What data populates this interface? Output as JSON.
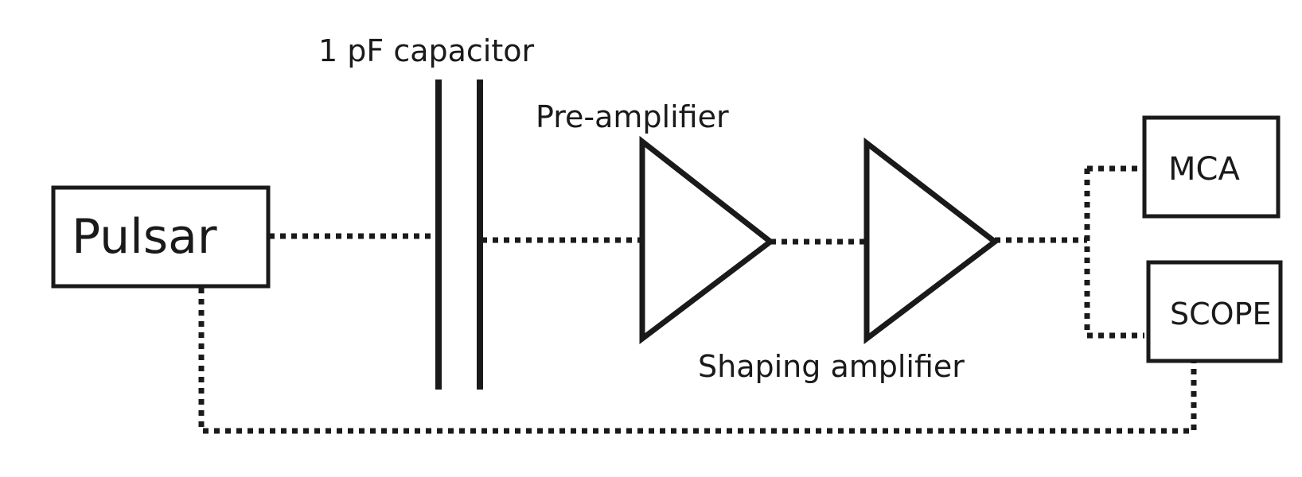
{
  "labels": {
    "pulsar": "Pulsar",
    "capacitor": "1 pF capacitor",
    "preamplifier": "Pre-amplifier",
    "shaping_amplifier": "Shaping amplifier",
    "mca": "MCA",
    "scope": "SCOPE"
  },
  "colors": {
    "stroke": "#1a1a1a",
    "background": "#ffffff"
  }
}
